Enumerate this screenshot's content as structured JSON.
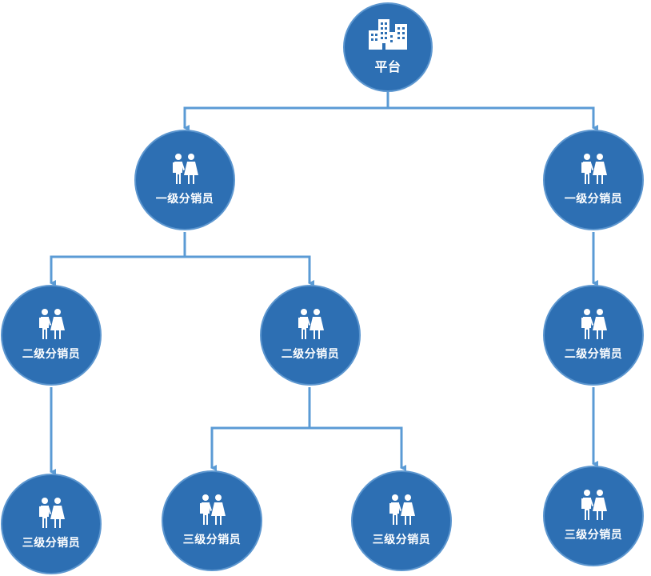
{
  "colors": {
    "node_fill": "#2d6fb3",
    "node_border": "#5c96cf",
    "edge": "#5b9bd5",
    "text": "#ffffff"
  },
  "nodes": {
    "platform": {
      "label": "平台",
      "icon": "building-icon"
    },
    "l1_left": {
      "label": "一级分销员",
      "icon": "couple-icon"
    },
    "l1_right": {
      "label": "一级分销员",
      "icon": "couple-icon"
    },
    "l2_a": {
      "label": "二级分销员",
      "icon": "couple-icon"
    },
    "l2_b": {
      "label": "二级分销员",
      "icon": "couple-icon"
    },
    "l2_c": {
      "label": "二级分销员",
      "icon": "couple-icon"
    },
    "l3_a": {
      "label": "三级分销员",
      "icon": "couple-icon"
    },
    "l3_b": {
      "label": "三级分销员",
      "icon": "couple-icon"
    },
    "l3_c": {
      "label": "三级分销员",
      "icon": "couple-icon"
    },
    "l3_d": {
      "label": "三级分销员",
      "icon": "couple-icon"
    }
  }
}
